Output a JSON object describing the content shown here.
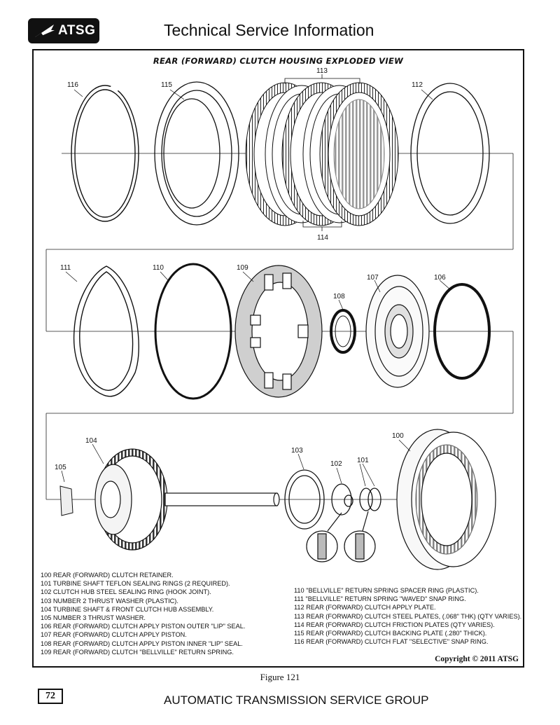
{
  "header": {
    "logo_text": "ATSG",
    "title": "Technical Service Information"
  },
  "diagram": {
    "title": "REAR (FORWARD) CLUTCH HOUSING EXPLODED VIEW",
    "callouts": [
      "113",
      "116",
      "115",
      "112",
      "114",
      "111",
      "110",
      "109",
      "107",
      "106",
      "108",
      "104",
      "105",
      "103",
      "102",
      "101",
      "100"
    ]
  },
  "legend": {
    "left": [
      "100  REAR (FORWARD) CLUTCH RETAINER.",
      "101  TURBINE SHAFT TEFLON SEALING RINGS  (2 REQUIRED).",
      "102  CLUTCH HUB STEEL SEALING RING (HOOK JOINT).",
      "103  NUMBER 2 THRUST WASHER  (PLASTIC).",
      "104  TURBINE SHAFT & FRONT CLUTCH HUB ASSEMBLY.",
      "105  NUMBER 3 THRUST WASHER.",
      "106  REAR (FORWARD) CLUTCH APPLY PISTON OUTER \"LIP\" SEAL.",
      "107  REAR (FORWARD) CLUTCH APPLY PISTON.",
      "108  REAR (FORWARD) CLUTCH APPLY PISTON INNER \"LIP\" SEAL.",
      "109  REAR (FORWARD) CLUTCH \"BELLVILLE\" RETURN SPRING."
    ],
    "right": [
      "110  \"BELLVILLE\" RETURN SPRING SPACER RING  (PLASTIC).",
      "111  \"BELLVILLE\" RETURN SPRING \"WAVED\" SNAP RING.",
      "112  REAR (FORWARD) CLUTCH APPLY PLATE.",
      "113  REAR (FORWARD) CLUTCH STEEL PLATES, (.068\" THK) (QTY VARIES).",
      "114  REAR (FORWARD) CLUTCH FRICTION PLATES  (QTY VARIES).",
      "115  REAR (FORWARD) CLUTCH BACKING PLATE  (.280\" THICK).",
      "116  REAR (FORWARD) CLUTCH FLAT \"SELECTIVE\" SNAP RING."
    ]
  },
  "copyright": "Copyright © 2011 ATSG",
  "figure_caption": "Figure 121",
  "footer": {
    "page_number": "72",
    "title": "AUTOMATIC TRANSMISSION SERVICE GROUP"
  }
}
